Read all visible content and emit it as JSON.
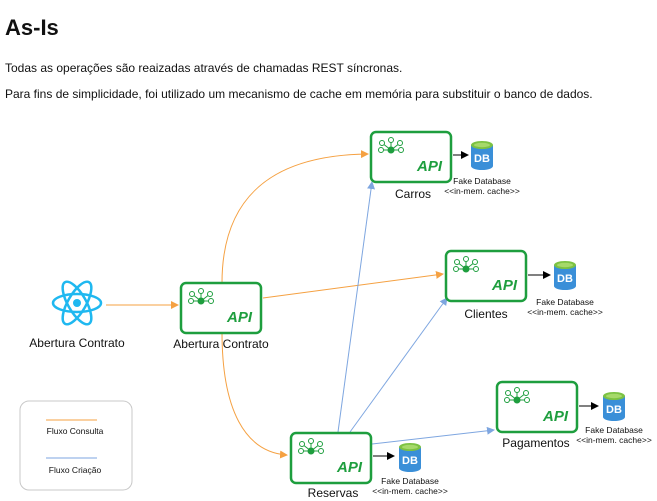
{
  "header": {
    "title": "As-Is",
    "paragraph1": "Todas as operações são reaizadas através de chamadas REST síncronas.",
    "paragraph2": "Para fins de simplicidade, foi utilizado um mecanismo de cache em memória para substituir o banco de dados."
  },
  "nodes": {
    "react_client": {
      "label": "Abertura Contrato"
    },
    "api_abertura": {
      "label": "Abertura Contrato",
      "badge": "API"
    },
    "api_carros": {
      "label": "Carros",
      "badge": "API"
    },
    "api_clientes": {
      "label": "Clientes",
      "badge": "API"
    },
    "api_pagamentos": {
      "label": "Pagamentos",
      "badge": "API"
    },
    "api_reservas": {
      "label": "Reservas",
      "badge": "API"
    }
  },
  "databases": {
    "icon_text": "DB",
    "line1": "Fake Database",
    "line2": "<<in-mem. cache>>"
  },
  "legend": {
    "consulta": {
      "label": "Fluxo Consulta",
      "color": "#f5a142"
    },
    "criacao": {
      "label": "Fluxo Criação",
      "color": "#7ea6e0"
    }
  },
  "colors": {
    "api_green": "#1e9e3e",
    "react_blue": "#1fb8f0",
    "db_blue": "#3a8fd8",
    "db_green": "#7cc242"
  }
}
